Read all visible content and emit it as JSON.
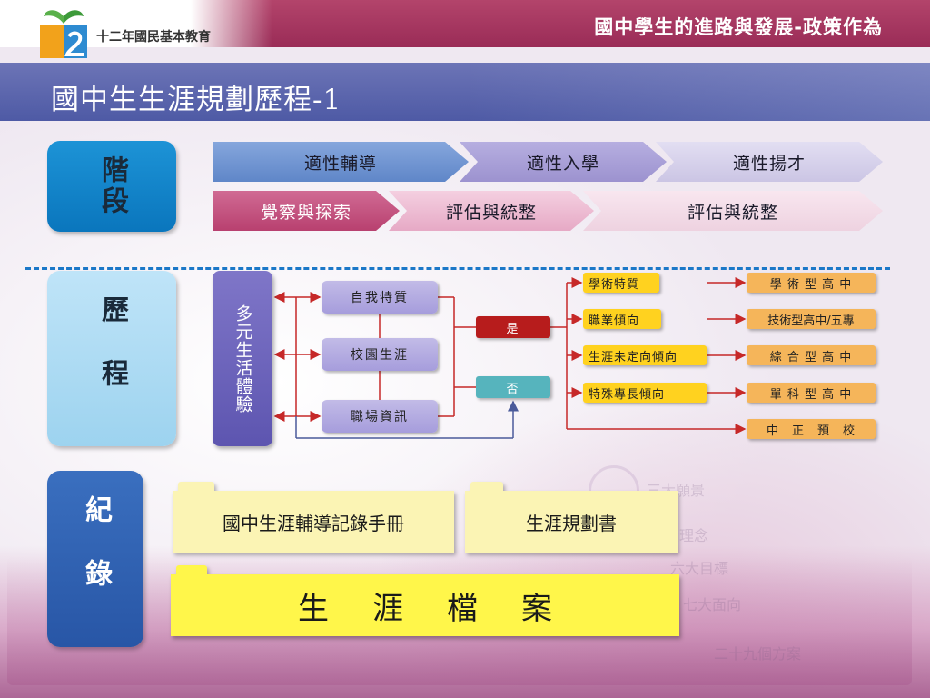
{
  "header": {
    "logo_text": "十二年國民基本教育",
    "title": "國中學生的進路與發展-政策作為"
  },
  "page_title": "國中生生涯規劃歷程-1",
  "sections": {
    "stage": "階段",
    "process": "歷程",
    "record": "紀錄"
  },
  "stage_row1": [
    "適性輔導",
    "適性入學",
    "適性揚才"
  ],
  "stage_row2": [
    "覺察與探索",
    "評估與統整",
    "評估與統整"
  ],
  "flow": {
    "vertical_box": "多元生活體驗",
    "nodes": [
      "自我特質",
      "校園生涯",
      "職場資訊"
    ],
    "yes": "是",
    "no": "否",
    "tendencies": [
      "學術特質",
      "職業傾向",
      "生涯未定向傾向",
      "特殊專長傾向"
    ],
    "outcomes": [
      "學 術 型 高 中",
      "技術型高中/五專",
      "綜 合 型 高 中",
      "單 科 型 高 中",
      "中　正　預　校"
    ]
  },
  "records": {
    "handbook": "國中生涯輔導記錄手冊",
    "plan": "生涯規劃書",
    "portfolio": "生涯檔案"
  },
  "watermark": [
    "三大願景",
    "五大理念",
    "六大目標",
    "七大面向",
    "二十九個方案"
  ],
  "colors": {
    "header_magenta": "#a63560",
    "title_band": "#5a63ac",
    "chevron_row1": [
      "#6f93cf",
      "#a9a0d6",
      "#d7d2ea"
    ],
    "chevron_row2": [
      "#c4507e",
      "#eebfd5",
      "#f4dde9"
    ]
  }
}
